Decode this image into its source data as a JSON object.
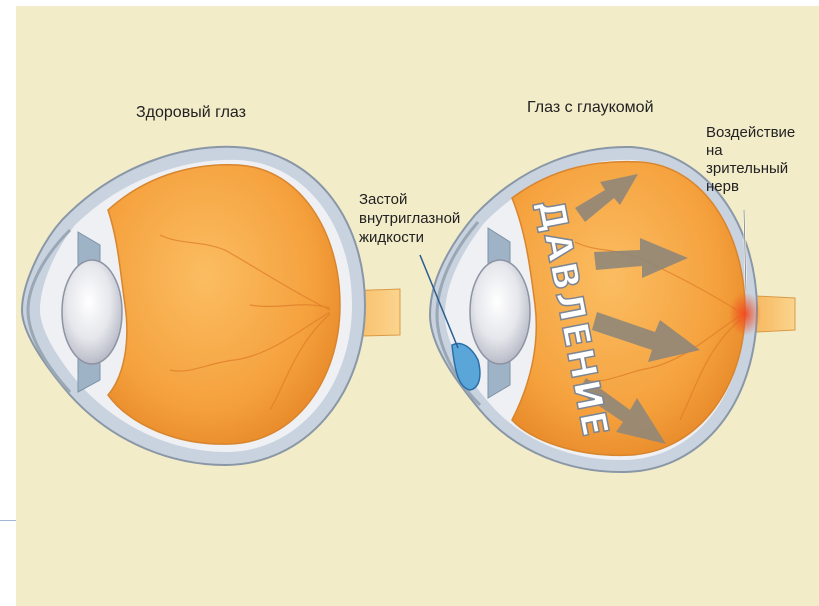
{
  "titles": {
    "healthy": "Здоровый глаз",
    "glaucoma": "Глаз с глаукомой"
  },
  "annotations": {
    "fluid_stasis": "Застой\nвнутриглазной\nжидкости",
    "nerve_effect": "Воздействие\nна\nзрительный\nнерв"
  },
  "pressure_word": "ДАВЛЕНИЕ",
  "colors": {
    "background": "#f2ecc9",
    "vitreous": "#f5a23e",
    "sclera": "#c9d3df",
    "lens": "#e6e7ec",
    "optic_nerve": "#f7c572",
    "arrow": "#8e867a",
    "fluid": "#5ba6d8",
    "nerve_damage": "#f05a28"
  },
  "icons": [
    "pressure-arrow-icon"
  ]
}
